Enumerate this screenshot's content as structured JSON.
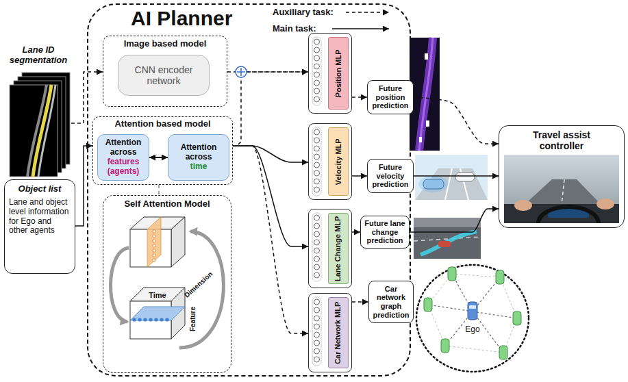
{
  "diagram": {
    "nodes": [
      {
        "text": [
          "Lane ID segmentation"
        ]
      },
      {
        "text": [
          "Object list",
          "Lane and object level information for Ego and other agents"
        ]
      },
      {
        "text": [
          "AI Planner"
        ]
      },
      {
        "text": [
          "Image based model"
        ],
        "in": 2
      },
      {
        "text": [
          "CNN encoder network"
        ],
        "in": 3
      },
      {
        "text": [
          "Attention based model"
        ],
        "in": 2
      },
      {
        "text": [
          "Attention across",
          "features (agents)"
        ],
        "in": 5
      },
      {
        "text": [
          "Attention across",
          "time"
        ],
        "in": 5
      },
      {
        "text": [
          "Self Attention Model"
        ],
        "in": 2
      },
      {
        "text": [
          "Position MLP"
        ],
        "in": 2
      },
      {
        "text": [
          "Velocity MLP"
        ],
        "in": 2
      },
      {
        "text": [
          "Lane Change MLP"
        ],
        "in": 2
      },
      {
        "text": [
          "Car Network MLP"
        ],
        "in": 2
      },
      {
        "text": [
          "Future position prediction"
        ]
      },
      {
        "text": [
          "Future velocity prediction"
        ]
      },
      {
        "text": [
          "Future lane change prediction"
        ]
      },
      {
        "text": [
          "Car network graph prediction"
        ]
      },
      {
        "text": [
          "Travel assist controller"
        ]
      }
    ],
    "edges": [
      {
        "from": 0,
        "to": 3,
        "arrow": "to"
      },
      {
        "from": 1,
        "to": 5,
        "arrow": "to"
      },
      {
        "from": 6,
        "to": 7,
        "arrow": "both"
      },
      {
        "from": 5,
        "to": 8,
        "arrow": "none"
      },
      {
        "from": 3,
        "to": 9,
        "arrow": "to"
      },
      {
        "from": 5,
        "to": 9,
        "arrow": "to"
      },
      {
        "from": 5,
        "to": 10,
        "arrow": "to"
      },
      {
        "from": 5,
        "to": 11,
        "arrow": "to"
      },
      {
        "from": 5,
        "to": 12,
        "arrow": "to"
      },
      {
        "from": 9,
        "to": 13,
        "arrow": "to"
      },
      {
        "from": 10,
        "to": 14,
        "arrow": "to"
      },
      {
        "from": 11,
        "to": 15,
        "arrow": "to"
      },
      {
        "from": 12,
        "to": 16,
        "arrow": "to"
      },
      {
        "from": 13,
        "to": 17,
        "arrow": "to"
      },
      {
        "from": 14,
        "to": 17,
        "arrow": "to"
      },
      {
        "from": 15,
        "to": 17,
        "arrow": "to"
      }
    ],
    "labels": [
      "Time",
      "Dimension",
      "Feature",
      "Ego"
    ],
    "legend": [
      {
        "text": "Auxiliary task:"
      },
      {
        "text": "Main task:"
      }
    ]
  }
}
